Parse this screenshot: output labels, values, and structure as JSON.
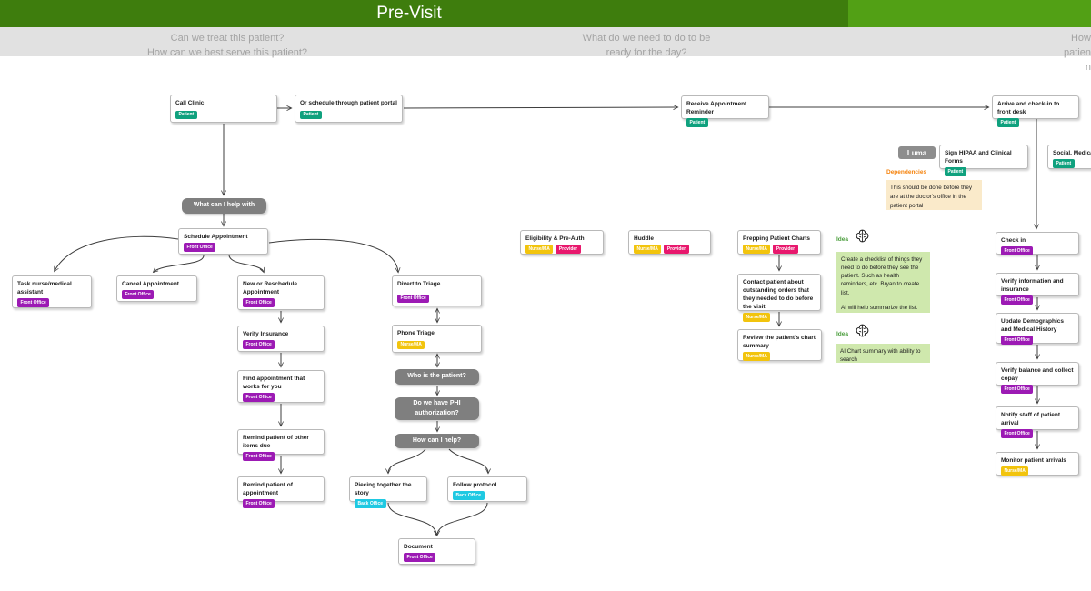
{
  "header": {
    "title": "Pre-Visit"
  },
  "questions": {
    "q1": {
      "line1": "Can we treat this patient?",
      "line2": "How can we best serve this patient?"
    },
    "q2": {
      "line1": "What do we need to do to be",
      "line2": "ready for the day?"
    },
    "q3": {
      "line1": "How",
      "line2": "patien",
      "line3": "n"
    }
  },
  "nodes": {
    "call_clinic": {
      "label": "Call Clinic",
      "tags": [
        "Patient"
      ]
    },
    "schedule_portal": {
      "label": "Or schedule through patient portal",
      "tags": [
        "Patient"
      ]
    },
    "receive_reminder": {
      "label": "Receive Appointment Reminder",
      "tags": [
        "Patient"
      ]
    },
    "arrive_checkin": {
      "label": "Arrive and check-in to front desk",
      "tags": [
        "Patient"
      ]
    },
    "sign_hipaa": {
      "label": "Sign HIPAA and Clinical Forms",
      "tags": [
        "Patient"
      ]
    },
    "social_medical": {
      "label": "Social, Medical and",
      "tags": [
        "Patient"
      ]
    },
    "schedule_appointment": {
      "label": "Schedule Appointment",
      "tags": [
        "Front Office"
      ]
    },
    "task_nurse": {
      "label": "Task nurse/medical assistant",
      "tags": [
        "Front Office"
      ]
    },
    "cancel_appointment": {
      "label": "Cancel Appointment",
      "tags": [
        "Front Office"
      ]
    },
    "new_reschedule": {
      "label": "New or Reschedule Appointment",
      "tags": [
        "Front Office"
      ]
    },
    "divert_triage": {
      "label": "Divert to Triage",
      "tags": [
        "Front Office"
      ]
    },
    "verify_insurance": {
      "label": "Verify Insurance",
      "tags": [
        "Front Office"
      ]
    },
    "find_appointment": {
      "label": "Find appointment that works for you",
      "tags": [
        "Front Office"
      ]
    },
    "remind_items": {
      "label": "Remind patient of other items due",
      "tags": [
        "Front Office"
      ]
    },
    "remind_appointment": {
      "label": "Remind patient of appointment",
      "tags": [
        "Front Office"
      ]
    },
    "phone_triage": {
      "label": "Phone Triage",
      "tags": [
        "Nurse/MA"
      ]
    },
    "piecing_story": {
      "label": "Piecing together the story",
      "tags": [
        "Back Office"
      ]
    },
    "follow_protocol": {
      "label": "Follow protocol",
      "tags": [
        "Back Office"
      ]
    },
    "document": {
      "label": "Document",
      "tags": [
        "Front Office"
      ]
    },
    "eligibility": {
      "label": "Eligibility & Pre-Auth",
      "tags": [
        "Nurse/MA",
        "Provider"
      ]
    },
    "huddle": {
      "label": "Huddle",
      "tags": [
        "Nurse/MA",
        "Provider"
      ]
    },
    "prepping_charts": {
      "label": "Prepping Patient Charts",
      "tags": [
        "Nurse/MA",
        "Provider"
      ]
    },
    "contact_patient": {
      "label": "Contact patient about outstanding orders that they needed to do before the visit",
      "tags": [
        "Nurse/MA"
      ]
    },
    "review_chart": {
      "label": "Review the patient's chart summary",
      "tags": [
        "Nurse/MA"
      ]
    },
    "check_in": {
      "label": "Check in",
      "tags": [
        "Front Office"
      ]
    },
    "verify_info": {
      "label": "Verify information and insurance",
      "tags": [
        "Front Office"
      ]
    },
    "update_demo": {
      "label": "Update Demographics and Medical History",
      "tags": [
        "Front Office"
      ]
    },
    "verify_balance": {
      "label": "Verify balance and collect copay",
      "tags": [
        "Front Office"
      ]
    },
    "notify_staff": {
      "label": "Notify staff of patient arrival",
      "tags": [
        "Front Office"
      ]
    },
    "monitor_arrivals": {
      "label": "Monitor patient arrivals",
      "tags": [
        "Nurse/MA"
      ]
    }
  },
  "decisions": {
    "what_help": "What can I help with",
    "who_patient": "Who is the patient?",
    "phi_auth": "Do we have PHI authorization?",
    "how_help": "How can I help?"
  },
  "luma": {
    "label": "Luma"
  },
  "dependencies": {
    "title": "Dependencies",
    "note": "This should be done before they are at the doctor's office in the patient portal"
  },
  "ideas": {
    "first": {
      "label": "Idea",
      "text": "Create a checklist of things they need to do before they see the patient. Such as health reminders, etc. Bryan to create list.",
      "text2": "AI will help summarize the list."
    },
    "second": {
      "label": "Idea",
      "text": "AI Chart summary with ability to search"
    }
  },
  "colors": {
    "header_green_dark": "#3e7d0d",
    "header_green_light": "#52a015",
    "tag_patient": "#0fa17e",
    "tag_front_office": "#9c1ab4",
    "tag_nurse_ma": "#f2c40d",
    "tag_provider": "#e8186d",
    "tag_back_office": "#1fc9e2",
    "decision_gray": "#7f7f7f",
    "idea_green_text": "#4a9d3c",
    "idea_note_bg": "#cfe8ad",
    "dependencies_orange": "#f5820b",
    "dependencies_note_bg": "#faeaca"
  }
}
